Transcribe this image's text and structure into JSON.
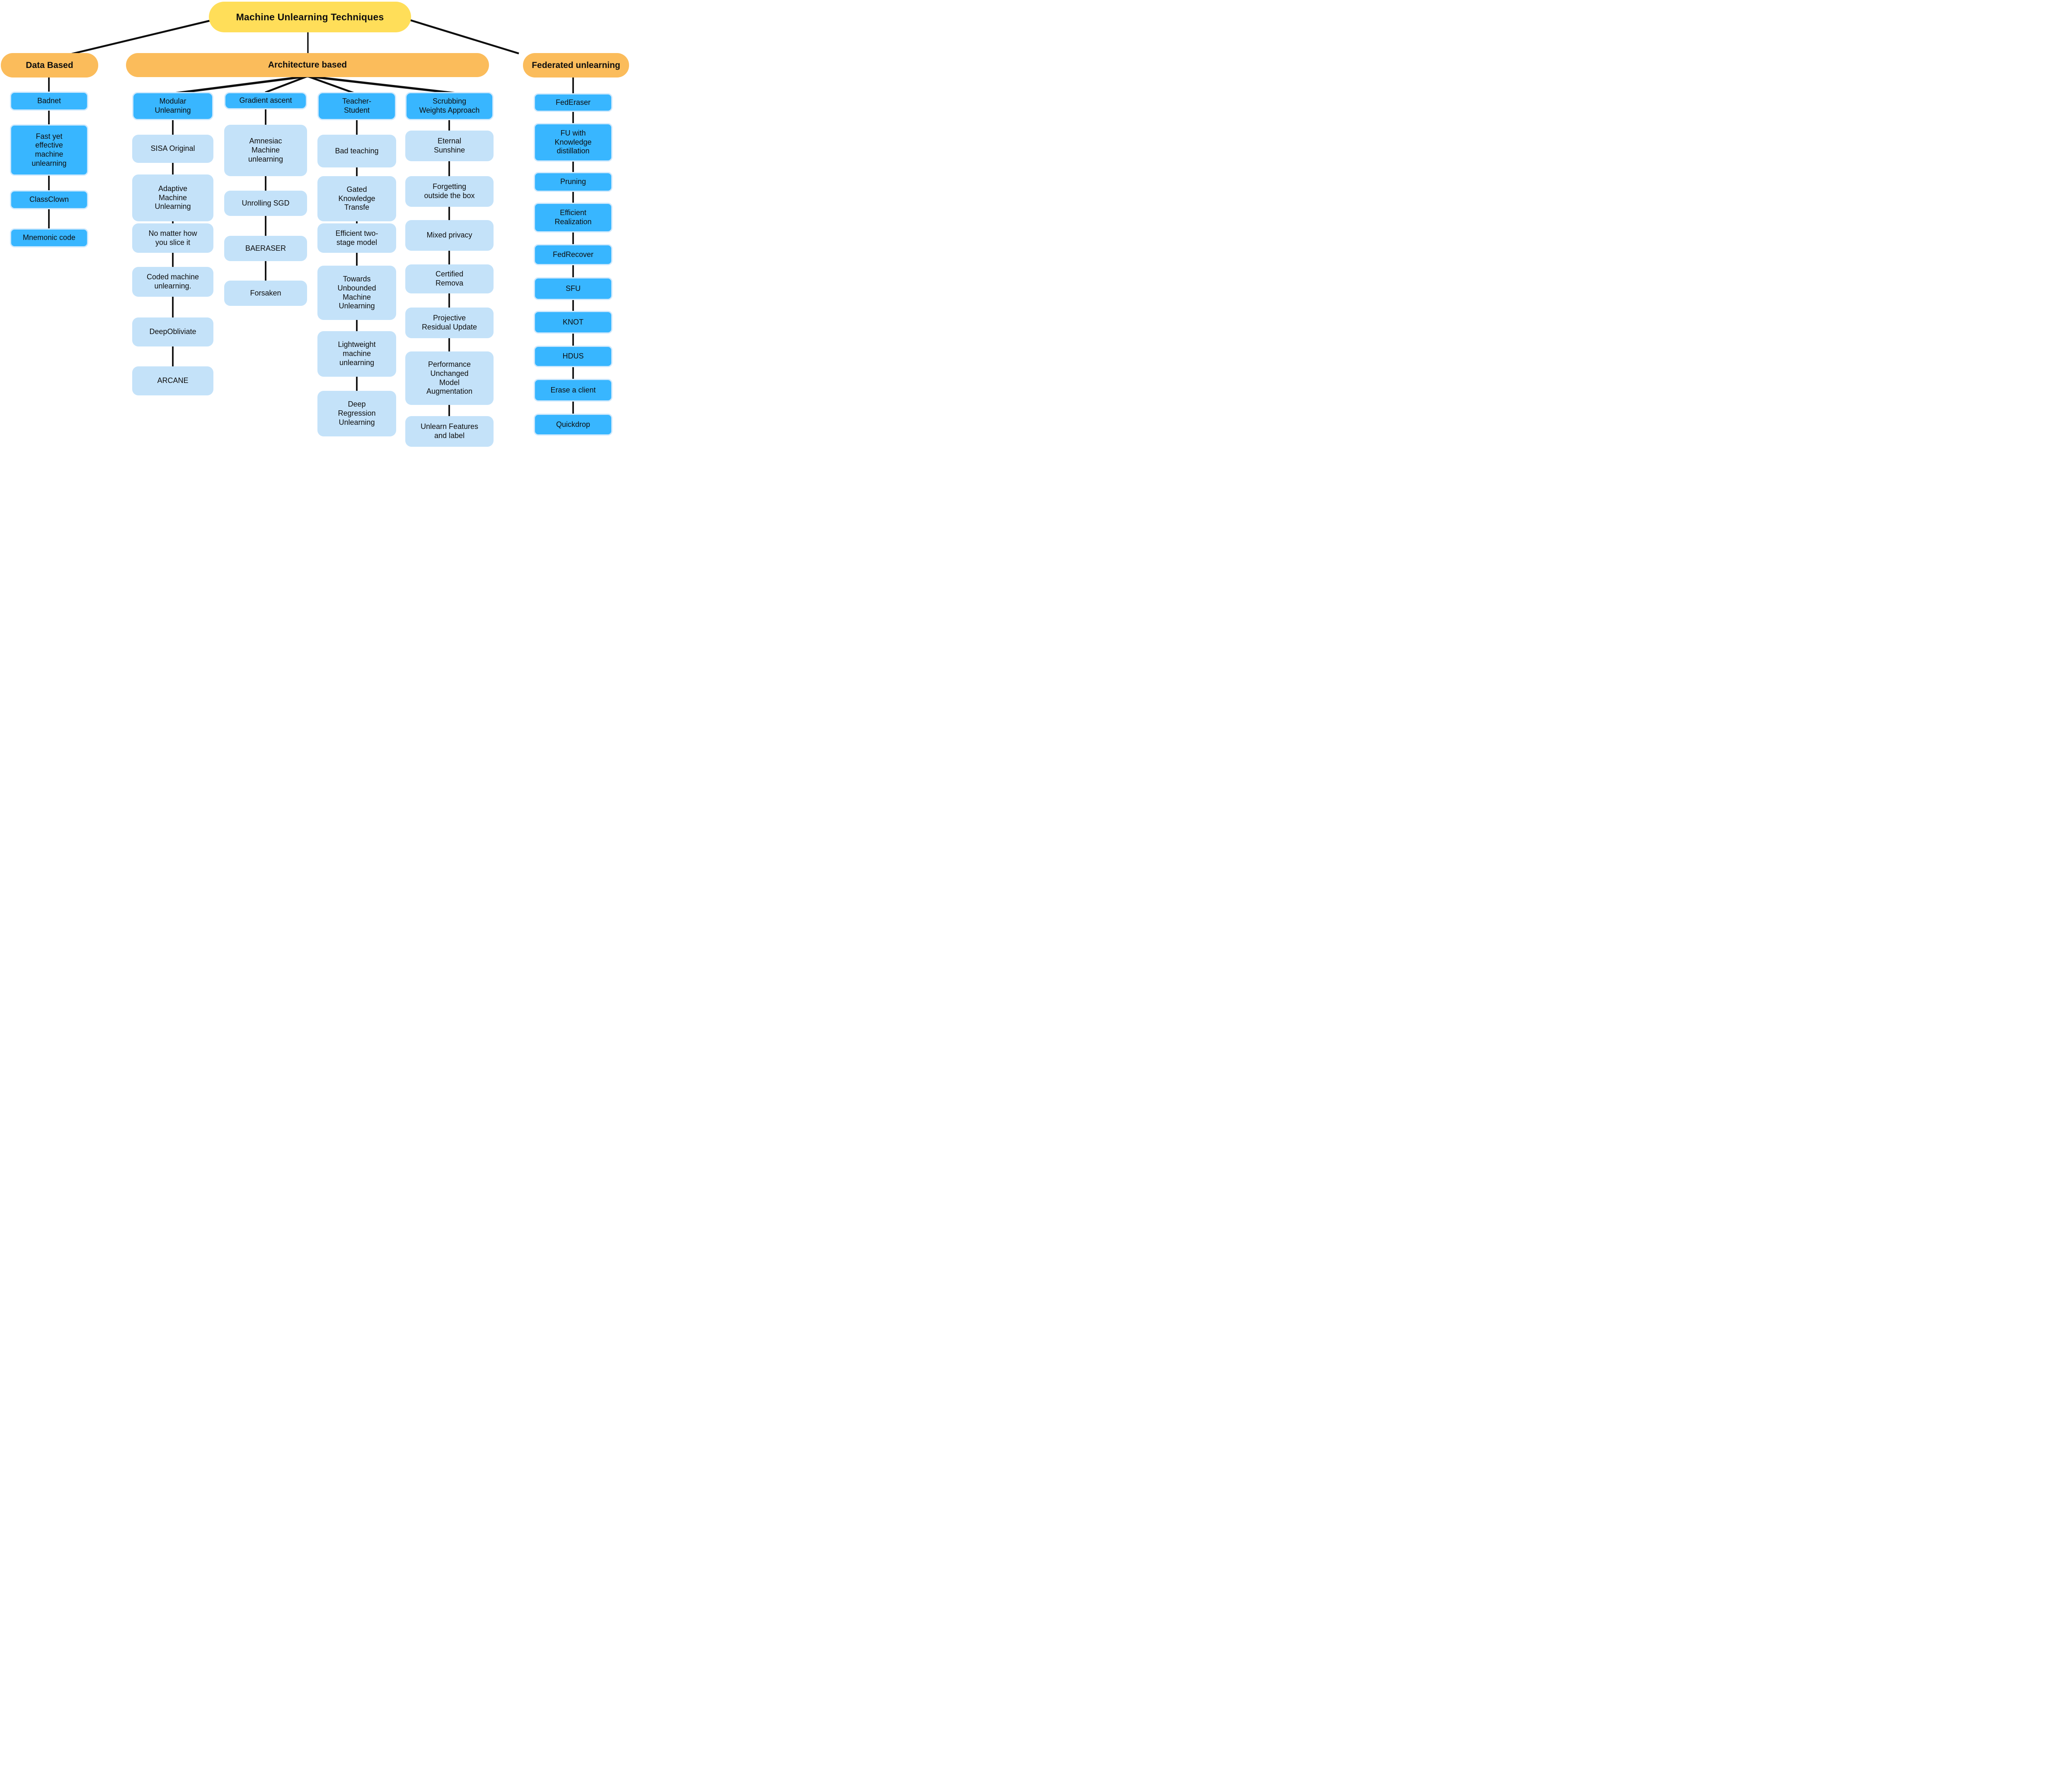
{
  "title": "Machine Unlearning Techniques",
  "colors": {
    "root_fill": "#FFDE59",
    "category_fill": "#FBBC5B",
    "node_dark_fill": "#38B6FF",
    "node_dark_border": "#CFE9FD",
    "node_light_fill": "#C4E2F9",
    "connector": "#0d0d0d",
    "text": "#0d0d0d"
  },
  "branches": [
    {
      "label": "Data Based",
      "children": [
        "Badnet",
        "Fast yet\neffective\nmachine\nunlearning",
        "ClassClown",
        "Mnemonic code"
      ]
    },
    {
      "label": "Architecture based",
      "groups": [
        {
          "label": "Modular\nUnlearning",
          "children": [
            "SISA Original",
            "Adaptive\nMachine\nUnlearning",
            "No matter how\nyou slice it",
            "Coded machine\nunlearning.",
            "DeepObliviate",
            "ARCANE"
          ]
        },
        {
          "label": "Gradient ascent",
          "children": [
            "Amnesiac\nMachine\nunlearning",
            "Unrolling SGD",
            "BAERASER",
            "Forsaken"
          ]
        },
        {
          "label": "Teacher-\nStudent",
          "children": [
            "Bad teaching",
            "Gated\nKnowledge\nTransfe",
            "Efficient two-\nstage model",
            "Towards\nUnbounded\nMachine\nUnlearning",
            "Lightweight\nmachine\nunlearning",
            "Deep\nRegression\nUnlearning"
          ]
        },
        {
          "label": "Scrubbing\nWeights Approach",
          "children": [
            "Eternal\nSunshine",
            "Forgetting\noutside the box",
            "Mixed privacy",
            "Certified\nRemova",
            "Projective\nResidual Update",
            "Performance\nUnchanged\nModel\nAugmentation",
            "Unlearn Features\nand label"
          ]
        }
      ]
    },
    {
      "label": "Federated unlearning",
      "children": [
        "FedEraser",
        "FU with\nKnowledge\ndistillation",
        "Pruning",
        "Efficient\nRealization",
        "FedRecover",
        "SFU",
        "KNOT",
        "HDUS",
        "Erase a client",
        "Quickdrop"
      ]
    }
  ]
}
